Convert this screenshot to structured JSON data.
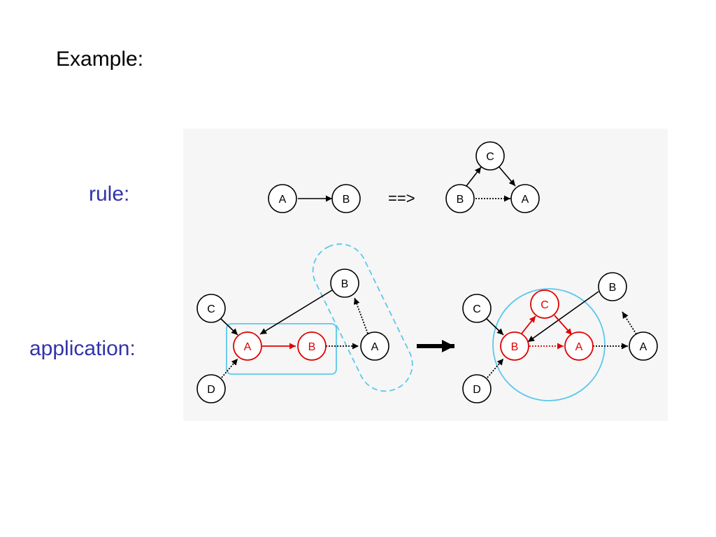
{
  "heading": "Example:",
  "labels": {
    "rule": "rule:",
    "application": "application:"
  },
  "rule_arrow_text": "==>",
  "nodes": {
    "rule_left_a": "A",
    "rule_left_b": "B",
    "rule_right_c": "C",
    "rule_right_b": "B",
    "rule_right_a": "A",
    "app_before_c": "C",
    "app_before_a": "A",
    "app_before_b": "B",
    "app_before_d": "D",
    "app_before_b_top": "B",
    "app_before_a_right": "A",
    "app_after_c_left": "C",
    "app_after_d": "D",
    "app_after_b": "B",
    "app_after_c_red": "C",
    "app_after_a_red": "A",
    "app_after_b_top": "B",
    "app_after_a_right": "A"
  },
  "colors": {
    "label_blue": "#3333aa",
    "highlight_red": "#e00000",
    "match_cyan": "#5bc8ea",
    "panel_background": "#f6f6f6",
    "edge_black": "#000000"
  }
}
